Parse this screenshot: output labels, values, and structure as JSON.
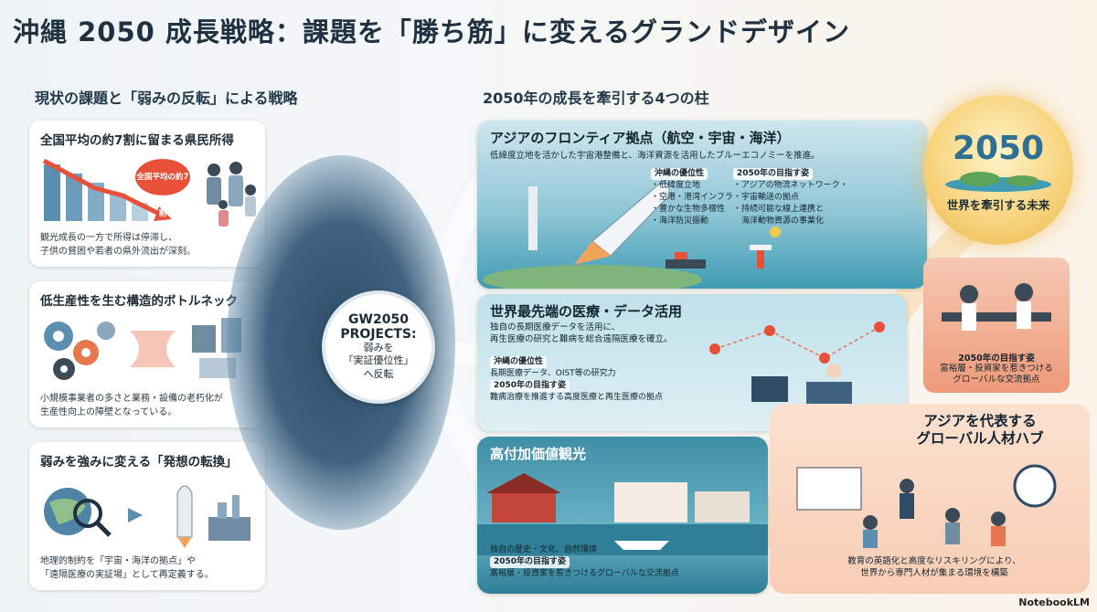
{
  "title": "沖縄 2050 成長戦略：課題を「勝ち筋」に変えるグランドデザイン",
  "left_section": {
    "heading": "現状の課題と「弱みの反転」による戦略",
    "cards": [
      {
        "title": "全国平均の約7割に留まる県民所得",
        "badge": "全国平均の約7割",
        "caption": [
          "観光成長の一方で所得は停滞し、",
          "子供の貧困や若者の県外流出が深刻。"
        ]
      },
      {
        "title": "低生産性を生む構造的ボトルネック",
        "caption": [
          "小規模事業者の多さと業務・設備の老朽化が",
          "生産性向上の障壁となっている。"
        ]
      },
      {
        "title": "弱みを強みに変える「発想の転換」",
        "caption": [
          "地理的制約を「宇宙・海洋の拠点」や",
          "「遠隔医療の実証場」として再定義する。"
        ]
      }
    ]
  },
  "hub": {
    "line1": "GW2050",
    "line2": "PROJECTS:",
    "line3": "弱みを",
    "line4": "「実証優位性」",
    "line5": "へ反転"
  },
  "right_section": {
    "heading": "2050年の成長を牽引する4つの柱",
    "pillars": [
      {
        "title": "アジアのフロンティア拠点（航空・宇宙・海洋）",
        "text": "低緯度立地を活かした宇宙港整備と、海洋資源を活用したブルーエコノミーを推進。",
        "tag1": "沖縄の優位性",
        "items1": [
          "・低緯度立地",
          "・空港・港湾インフラ",
          "・豊かな生物多様性",
          "・海洋防災振動"
        ],
        "tag2": "2050年の目指す姿",
        "items2": [
          "・アジアの物流ネットワーク・",
          "・宇宙輸送の拠点",
          "・持続可能な線上連携と",
          "　海洋動物資源の事業化"
        ]
      },
      {
        "title": "世界最先端の医療・データ活用",
        "text": [
          "独自の長期医療データを活用に、",
          "再生医療の研究と難病を総合遠隔医療を確立。"
        ],
        "tag1": "沖縄の優位性",
        "item1": "長期医療データ、OIST等の研究力",
        "tag2": "2050年の目指す姿",
        "item2": "難病治療を推進する高度医療と再生医療の拠点"
      },
      {
        "title": "高付加価値観光",
        "text": "独自の歴史・文化、自然環境",
        "tag2": "2050年の目指す姿",
        "item2": "富裕層・投資家を惹きつけるグローバルな交流拠点"
      }
    ]
  },
  "sun": {
    "year": "2050",
    "text": "世界を牽引する未来"
  },
  "goal": {
    "label": "2050年の目指す姿",
    "text": [
      "富裕層・投資家を惹きつける",
      "グローバルな交流拠点"
    ]
  },
  "talent_hub": {
    "title": [
      "アジアを代表する",
      "グローバル人材ハブ"
    ],
    "text": [
      "教育の英語化と高度なリスキリングにより、",
      "世界から専門人材が集まる環境を構築"
    ]
  },
  "brand": "NotebookLM",
  "colors": {
    "accent_red": "#e8503a",
    "navy": "#2e4c66",
    "teal": "#3f9cb4",
    "sun": "#f7d27a"
  }
}
